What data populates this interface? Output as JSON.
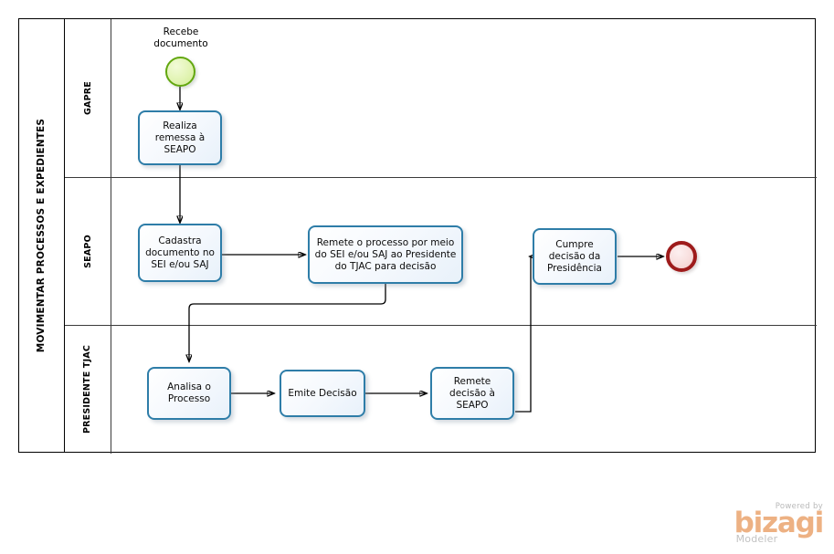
{
  "diagram": {
    "type": "bpmn-process",
    "pool": {
      "name": "MOVIMENTAR PROCESSOS E EXPEDIENTES"
    },
    "lanes": [
      {
        "id": "gapre",
        "name": "GAPRE"
      },
      {
        "id": "seapo",
        "name": "SEAPO"
      },
      {
        "id": "presidente",
        "name": "PRESIDENTE TJAC"
      }
    ],
    "events": [
      {
        "id": "start-1",
        "kind": "start",
        "lane": "gapre",
        "label": "Recebe\ndocumento"
      },
      {
        "id": "end-1",
        "kind": "end",
        "lane": "seapo",
        "label": ""
      }
    ],
    "tasks": [
      {
        "id": "t1",
        "lane": "gapre",
        "label": "Realiza\nremessa à\nSEAPO"
      },
      {
        "id": "t2",
        "lane": "seapo",
        "label": "Cadastra\ndocumento no\nSEI e/ou SAJ"
      },
      {
        "id": "t3",
        "lane": "seapo",
        "label": "Remete o processo por meio\ndo SEI e/ou SAJ ao Presidente\ndo TJAC para decisão"
      },
      {
        "id": "t4",
        "lane": "seapo",
        "label": "Cumpre\ndecisão da\nPresidência"
      },
      {
        "id": "t5",
        "lane": "presidente",
        "label": "Analisa o\nProcesso"
      },
      {
        "id": "t6",
        "lane": "presidente",
        "label": "Emite Decisão"
      },
      {
        "id": "t7",
        "lane": "presidente",
        "label": "Remete\ndecisão à\nSEAPO"
      }
    ],
    "flows": [
      {
        "from": "start-1",
        "to": "t1"
      },
      {
        "from": "t1",
        "to": "t2"
      },
      {
        "from": "t2",
        "to": "t3"
      },
      {
        "from": "t3",
        "to": "t5"
      },
      {
        "from": "t5",
        "to": "t6"
      },
      {
        "from": "t6",
        "to": "t7"
      },
      {
        "from": "t7",
        "to": "t4"
      },
      {
        "from": "t4",
        "to": "end-1"
      }
    ],
    "colors": {
      "task_border": "#2e7da8",
      "task_fill": "#f4f8fd",
      "start_border": "#62a70f",
      "start_fill": "#e2f4b4",
      "end_border": "#9e1b1b",
      "end_fill": "#f8dedd",
      "flow_line": "#000000",
      "pool_border": "#000000"
    }
  },
  "branding": {
    "powered_by": "Powered by",
    "brand": "bizagi",
    "product": "Modeler"
  }
}
